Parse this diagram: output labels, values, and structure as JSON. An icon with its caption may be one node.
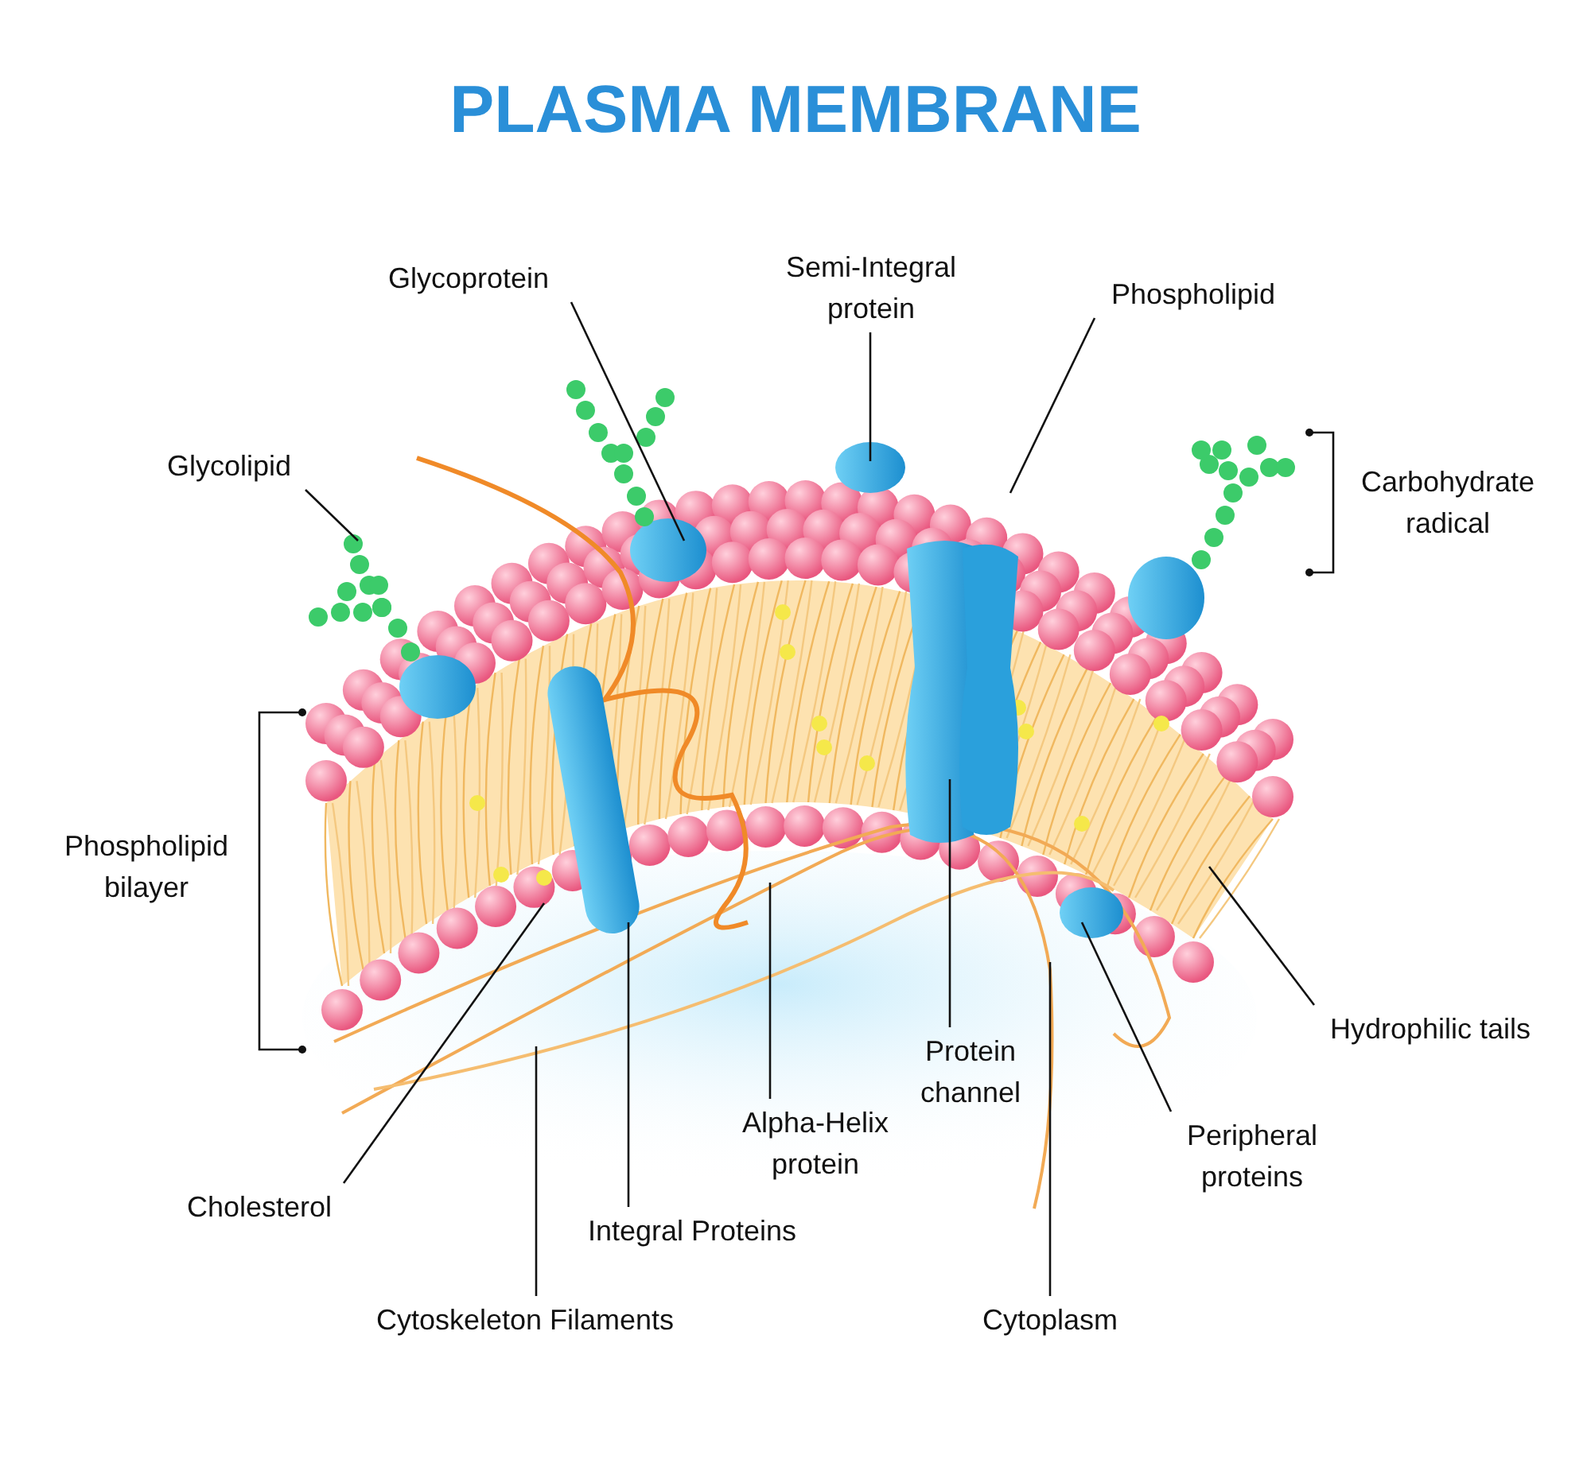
{
  "diagram": {
    "title": "PLASMA MEMBRANE",
    "nodes": [
      {
        "text": [
          "Glycoprotein"
        ]
      },
      {
        "text": [
          "Semi-Integral protein"
        ]
      },
      {
        "text": [
          "Phospholipid"
        ]
      },
      {
        "text": [
          "Glycolipid"
        ]
      },
      {
        "text": [
          "Hydrophilic tails"
        ]
      },
      {
        "text": [
          "Cholesterol"
        ]
      },
      {
        "text": [
          "Alpha-Helix protein"
        ]
      },
      {
        "text": [
          "Protein channel"
        ]
      },
      {
        "text": [
          "Peripheral proteins"
        ]
      },
      {
        "text": [
          "Integral Proteins"
        ]
      },
      {
        "text": [
          "Cytoskeleton Filaments"
        ]
      },
      {
        "text": [
          "Cytoplasm"
        ]
      }
    ],
    "edges": [
      {
        "from": 0,
        "to": null,
        "arrow": "none"
      },
      {
        "from": 1,
        "to": null,
        "arrow": "none"
      },
      {
        "from": 2,
        "to": null,
        "arrow": "none"
      },
      {
        "from": 3,
        "to": null,
        "arrow": "none"
      },
      {
        "from": 4,
        "to": null,
        "arrow": "none"
      },
      {
        "from": 5,
        "to": null,
        "arrow": "none"
      },
      {
        "from": 6,
        "to": null,
        "arrow": "none"
      },
      {
        "from": 7,
        "to": null,
        "arrow": "none"
      },
      {
        "from": 8,
        "to": null,
        "arrow": "none"
      },
      {
        "from": 9,
        "to": null,
        "arrow": "none"
      },
      {
        "from": 10,
        "to": null,
        "arrow": "none"
      },
      {
        "from": 11,
        "to": null,
        "arrow": "none"
      }
    ],
    "labels": [
      "Carbohydrate radical",
      "Phospholipid bilayer"
    ]
  }
}
